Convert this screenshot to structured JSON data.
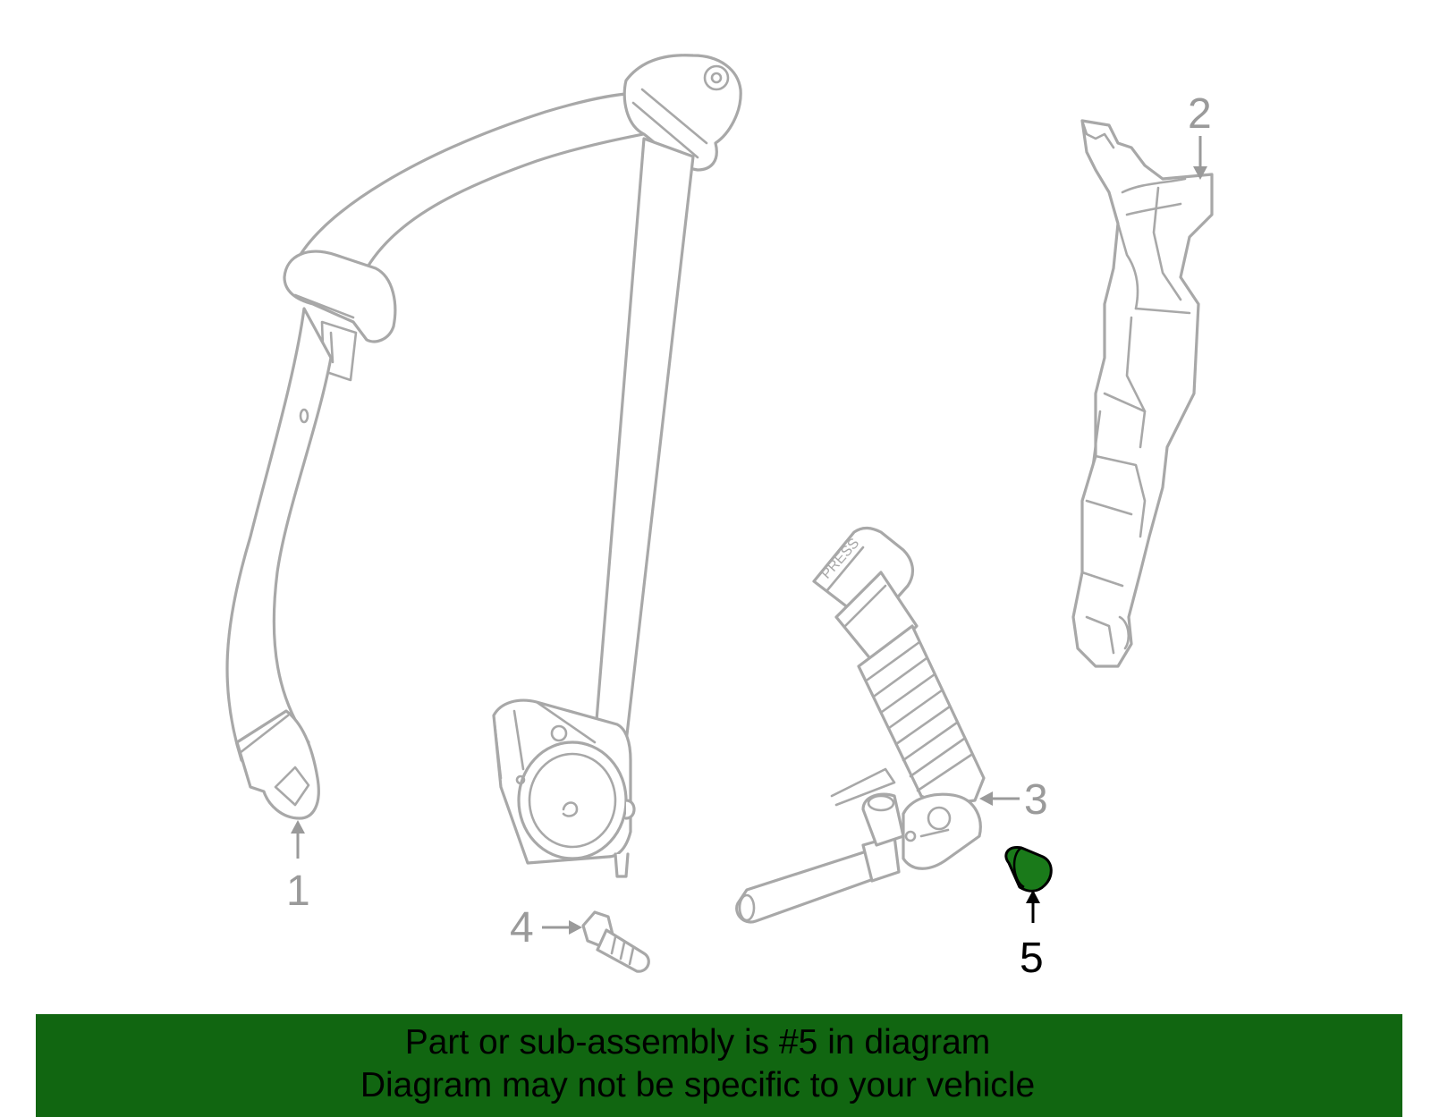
{
  "diagram": {
    "callouts": [
      {
        "id": "1",
        "label": "1",
        "highlighted": false
      },
      {
        "id": "2",
        "label": "2",
        "highlighted": false
      },
      {
        "id": "3",
        "label": "3",
        "highlighted": false
      },
      {
        "id": "4",
        "label": "4",
        "highlighted": false
      },
      {
        "id": "5",
        "label": "5",
        "highlighted": true
      }
    ],
    "press_label": "PRESS",
    "colors": {
      "outline": "#a8a8a8",
      "callout": "#9a9a9a",
      "highlight_part": "#1a7a1a",
      "banner": "#116611",
      "highlight_text": "#000000"
    }
  },
  "footer": {
    "line1": "Part or sub-assembly is #5 in diagram",
    "line2": "Diagram may not be specific to your vehicle"
  }
}
